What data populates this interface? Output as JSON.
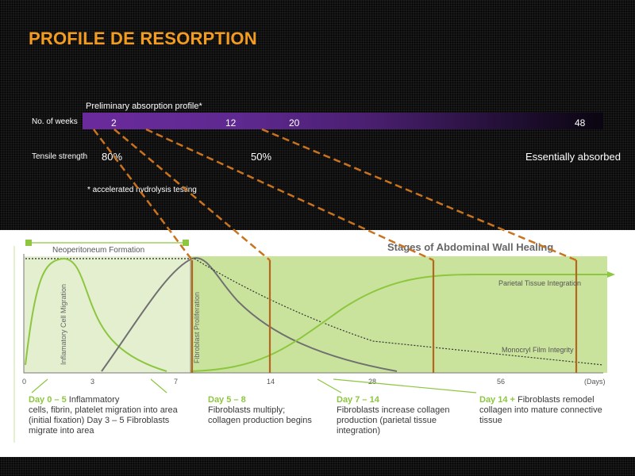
{
  "title": "PROFILE DE RESORPTION",
  "absorption": {
    "caption": "Preliminary absorption profile*",
    "weeks_label": "No. of weeks",
    "weeks": [
      "2",
      "12",
      "20",
      "48"
    ],
    "tensile_label": "Tensile strength",
    "tensile_values": [
      "80%",
      "50%",
      "Essentially absorbed"
    ],
    "footnote": "* accelerated hydrolysis testing"
  },
  "healing": {
    "title": "Stages of Abdominal Wall Healing",
    "neoperitoneum": "Neoperitoneum Formation",
    "inflammatory_label": "Inflamatory Cell Migration",
    "fibroblast_label": "Fibroblast Proliferation",
    "parietal_label": "Parietal Tissue Integration",
    "monocryl_label": "Monocryl Film Integrity",
    "ticks": [
      "0",
      "3",
      "7",
      "14",
      "28",
      "56",
      "(Days)"
    ],
    "stages": [
      {
        "day": "Day 0 – 5",
        "inline": " Inflammatory",
        "text": "cells, fibrin, platelet migration into area (initial fixation) Day 3 – 5 Fibroblasts migrate into area"
      },
      {
        "day": "Day 5 – 8",
        "inline": "",
        "text": "Fibroblasts multiply; collagen production begins"
      },
      {
        "day": "Day 7 – 14",
        "inline": "",
        "text": "Fibroblasts increase collagen production (parietal tissue integration)"
      },
      {
        "day": "Day 14 +",
        "inline": " Fibroblasts remodel",
        "text": "collagen into mature connective tissue"
      }
    ]
  },
  "colors": {
    "accent_orange": "#f39c1f",
    "bar_purple": "#6b2a9c",
    "green": "#8dc63f",
    "marker_orange": "#b5651d"
  }
}
